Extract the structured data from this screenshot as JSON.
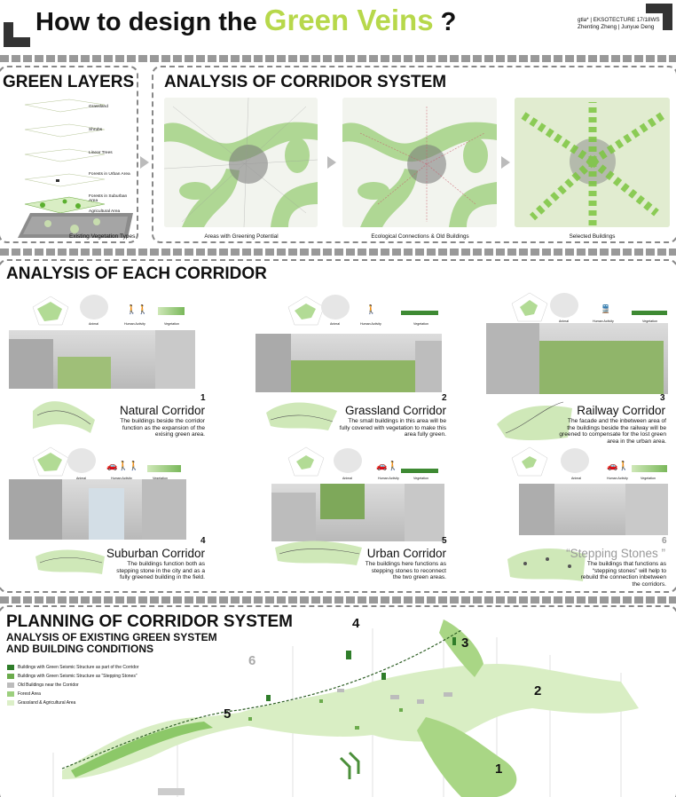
{
  "header": {
    "title_prefix": "How to design the ",
    "title_highlight": "Green Veins",
    "title_suffix": " ?",
    "credits_line1": "gtla* | EKSOTECTURE 17/18WS",
    "credits_line2": "Zhenting Zheng | Junyue Deng"
  },
  "green_layers": {
    "title": "GREEN LAYERS",
    "layers": [
      "Grassland",
      "Shrubs",
      "Linear Trees",
      "Forests in Urban Area",
      "Forests in Suburban Area",
      "Agricultural Area"
    ],
    "caption": "Existing Vegetation Types"
  },
  "corridor_system": {
    "title": "ANALYSIS OF CORRIDOR SYSTEM",
    "maps": [
      {
        "caption": "Areas with Greening Potential"
      },
      {
        "caption": "Ecological Connections & Old Buildings"
      },
      {
        "caption": "Selected Buildings"
      }
    ]
  },
  "each_corridor": {
    "title": "ANALYSIS OF EACH CORRIDOR",
    "chart_labels": {
      "animal": "Animal",
      "human": "Human Activity",
      "vegetation": "Vegetation"
    },
    "corridors": [
      {
        "num": "1",
        "name": "Natural Corridor",
        "desc": "The buildings beside the corridor function as the expansion of the exising green area."
      },
      {
        "num": "2",
        "name": "Grassland Corridor",
        "desc": "The small buildings in this area will be fully covered with vegetation to make this area fully green."
      },
      {
        "num": "3",
        "name": "Railway Corridor",
        "desc": "The facade and the inbetween area of the buildings beside the railway will be greened to compensate for the lost green area in the urban area."
      },
      {
        "num": "4",
        "name": "Suburban Corridor",
        "desc": "The buildings function both as stepping stone in the city and as a fully greened building in the field."
      },
      {
        "num": "5",
        "name": "Urban Corridor",
        "desc": "The buildings here functions as stepping stones to reconnect the two green areas."
      },
      {
        "num": "6",
        "name": "“Stepping Stones ”",
        "desc": "The buildings that functions as “stepping stones” will help to rebuild the connection inbetween the corridors."
      }
    ]
  },
  "planning": {
    "title": "PLANNING OF CORRIDOR SYSTEM",
    "subtitle_line1": "ANALYSIS OF EXISTING GREEN SYSTEM",
    "subtitle_line2": "AND BUILDING CONDITIONS",
    "legend": [
      {
        "label": "Buildings with Green Seismic Structure as part of the Corridor",
        "color": "#2f7d2a"
      },
      {
        "label": "Buildings with Green Seismic Structure as “Stepping Stones”",
        "color": "#6bab4c"
      },
      {
        "label": "Old Buildings near the Corridor",
        "color": "#bcbcbc"
      },
      {
        "label": "Forest Area",
        "color": "#9ccf7e"
      },
      {
        "label": "Grassland & Agricultural Area",
        "color": "#dcefc8"
      }
    ],
    "map_numbers": [
      "1",
      "2",
      "3",
      "4",
      "5",
      "6"
    ]
  }
}
